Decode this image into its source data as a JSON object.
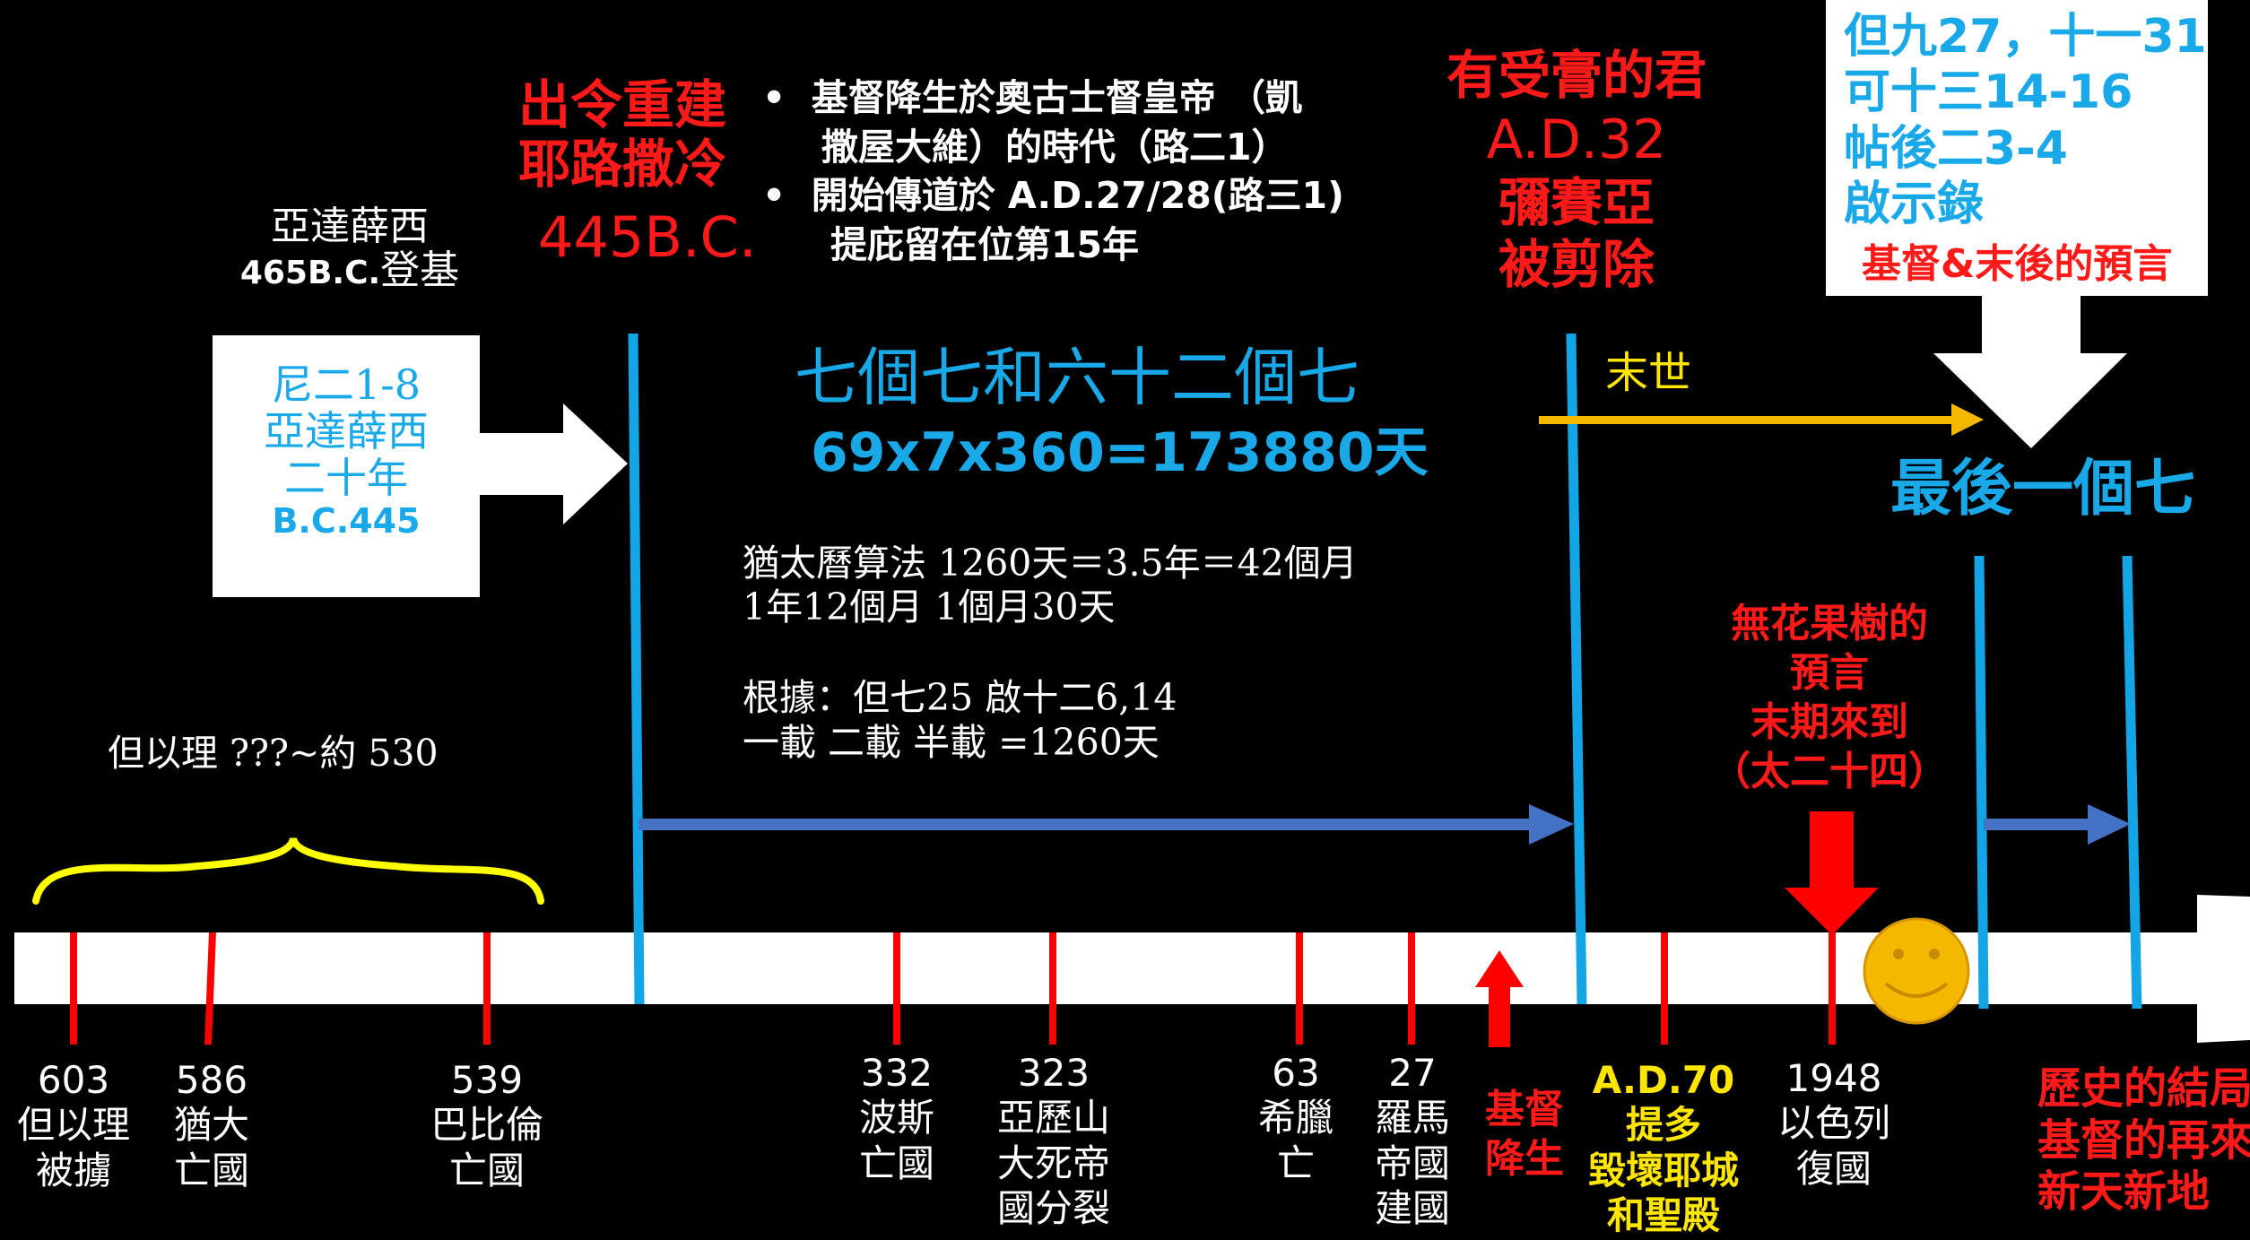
{
  "top_left": {
    "king_line1": "亞達薛西",
    "king_line2_bold": "465B.C.",
    "king_line2_rest": "登基"
  },
  "ne_box": {
    "l1": "尼二1-8",
    "l2": "亞達薛西",
    "l3": "二十年",
    "l4": "B.C.445"
  },
  "decree": {
    "l1": "出令重建",
    "l2": "耶路撒冷",
    "l3": "445B.C."
  },
  "bullets": {
    "b1_l1": "基督降生於奧古士督皇帝 （凱",
    "b1_l2": "撒屋大維）的時代（路二1）",
    "b2_l1": "開始傳道於 A.D.27/28(路三1)",
    "b2_l2": "提庇留在位第15年"
  },
  "weeks": {
    "title": "七個七和六十二個七",
    "formula": "69x7x360=173880天"
  },
  "calendar": {
    "l1": "猶太曆算法 1260天＝3.5年＝42個月",
    "l2": "1年12個月 1個月30天",
    "l3": "根據：但七25 啟十二6,14",
    "l4": "一載 二載 半載 =1260天"
  },
  "daniel_span": "但以理 ???~約 530",
  "messiah": {
    "l1": "有受膏的君",
    "l2": "A.D.32",
    "l3": "彌賽亞",
    "l4": "被剪除"
  },
  "last_days": "末世",
  "refs_box": {
    "l1": "但九27，十一31",
    "l2": "可十三14-16",
    "l3": "帖後二3-4",
    "l4": "啟示錄",
    "l5": "基督&末後的預言"
  },
  "last_week": "最後一個七",
  "fig": {
    "l1": "無花果樹的",
    "l2": "預言",
    "l3": "末期來到",
    "l4": "（太二十四）"
  },
  "events": [
    {
      "year": "603",
      "l1": "但以理",
      "l2": "被擄"
    },
    {
      "year": "586",
      "l1": "猶大",
      "l2": "亡國"
    },
    {
      "year": "539",
      "l1": "巴比倫",
      "l2": "亡國"
    },
    {
      "year": "332",
      "l1": "波斯",
      "l2": "亡國"
    },
    {
      "year": "323",
      "l1": "亞歷山",
      "l2": "大死帝",
      "l3": "國分裂"
    },
    {
      "year": "63",
      "l1": "希臘",
      "l2": "亡"
    },
    {
      "year": "27",
      "l1": "羅馬",
      "l2": "帝國",
      "l3": "建國"
    },
    {
      "year": "1948",
      "l1": "以色列",
      "l2": "復國"
    }
  ],
  "birth": {
    "l1": "基督",
    "l2": "降生"
  },
  "ad70": {
    "l1": "A.D.70",
    "l2": "提多",
    "l3": "毀壞耶城",
    "l4": "和聖殿"
  },
  "end": {
    "l1": "歷史的結局",
    "l2": "基督的再來",
    "l3": "新天新地"
  },
  "colors": {
    "timeline": "#ffffff",
    "divider": "#14a5e6",
    "arrow_blue": "#4472c4",
    "tick_red": "#ff0000",
    "bracket_yellow": "#ffff00",
    "arrow_gold": "#f5b800",
    "smiley": "#f5b800"
  },
  "icons": {
    "smiley": "smiley-face-icon",
    "up_arrow": "red-up-arrow-icon",
    "down_arrow": "red-down-arrow-icon"
  }
}
